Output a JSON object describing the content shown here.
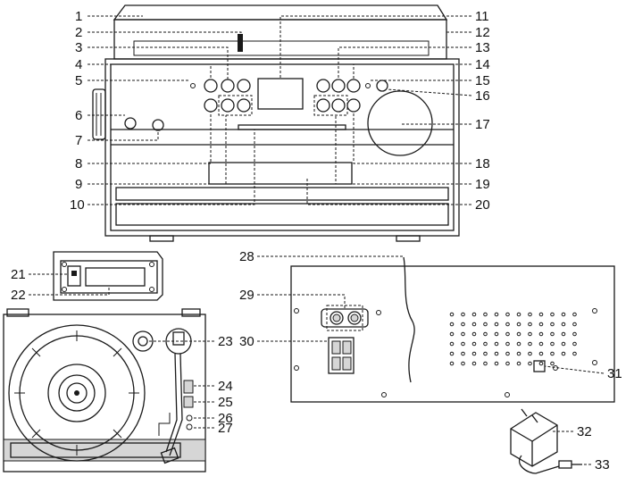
{
  "callouts": {
    "c1": "1",
    "c2": "2",
    "c3": "3",
    "c4": "4",
    "c5": "5",
    "c6": "6",
    "c7": "7",
    "c8": "8",
    "c9": "9",
    "c10": "10",
    "c11": "11",
    "c12": "12",
    "c13": "13",
    "c14": "14",
    "c15": "15",
    "c16": "16",
    "c17": "17",
    "c18": "18",
    "c19": "19",
    "c20": "20",
    "c21": "21",
    "c22": "22",
    "c23": "23",
    "c24": "24",
    "c25": "25",
    "c26": "26",
    "c27": "27",
    "c28": "28",
    "c29": "29",
    "c30": "30",
    "c31": "31",
    "c32": "32",
    "c33": "33"
  },
  "colors": {
    "line": "#1a1a1a",
    "fill_gray": "#d6d6d6",
    "background": "#ffffff"
  },
  "views": [
    "front-view",
    "cassette-deck-view",
    "top-view",
    "rear-view",
    "power-adapter"
  ]
}
